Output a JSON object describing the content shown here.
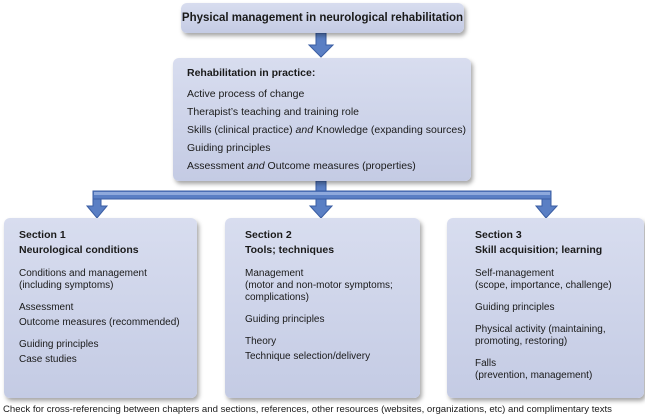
{
  "top": {
    "title": "Physical management in neurological rehabilitation"
  },
  "middle": {
    "heading": "Rehabilitation in practice:",
    "items": [
      [
        "Active process of change"
      ],
      [
        "Therapist’s teaching and training role"
      ],
      [
        "Skills (clinical practice) ",
        "and",
        " Knowledge (expanding sources)"
      ],
      [
        "Guiding principles"
      ],
      [
        "Assessment ",
        "and",
        " Outcome measures (properties)"
      ]
    ]
  },
  "sections": [
    {
      "label": "Section 1",
      "title": "Neurological conditions",
      "groups": [
        {
          "gap": true,
          "lines": [
            "Conditions and management",
            "(including symptoms)"
          ]
        },
        {
          "gap": true,
          "lines": [
            "Assessment"
          ]
        },
        {
          "gap": false,
          "lines": [
            "Outcome measures (recommended)"
          ]
        },
        {
          "gap": true,
          "lines": [
            "Guiding principles"
          ]
        },
        {
          "gap": false,
          "lines": [
            "Case studies"
          ]
        }
      ]
    },
    {
      "label": "Section 2",
      "title": "Tools; techniques",
      "groups": [
        {
          "gap": true,
          "lines": [
            "Management",
            "(motor and non-motor symptoms;",
            "complications)"
          ]
        },
        {
          "gap": true,
          "lines": [
            "Guiding principles"
          ]
        },
        {
          "gap": true,
          "lines": [
            "Theory"
          ]
        },
        {
          "gap": false,
          "lines": [
            "Technique selection/delivery"
          ]
        }
      ]
    },
    {
      "label": "Section 3",
      "title": "Skill acquisition; learning",
      "groups": [
        {
          "gap": true,
          "lines": [
            "Self-management",
            "(scope, importance, challenge)"
          ]
        },
        {
          "gap": true,
          "lines": [
            "Guiding principles"
          ]
        },
        {
          "gap": true,
          "lines": [
            "Physical activity (maintaining,",
            "promoting, restoring)"
          ]
        },
        {
          "gap": true,
          "lines": [
            "Falls",
            "(prevention, management)"
          ]
        }
      ]
    }
  ],
  "footnote": "Check for cross-referencing between chapters and sections, references, other resources (websites, organizations, etc) and complimentary texts",
  "colors": {
    "box": "#c9d0e8",
    "arrow": "#5a7fc4",
    "arrow_outline": "#3a5da3"
  }
}
